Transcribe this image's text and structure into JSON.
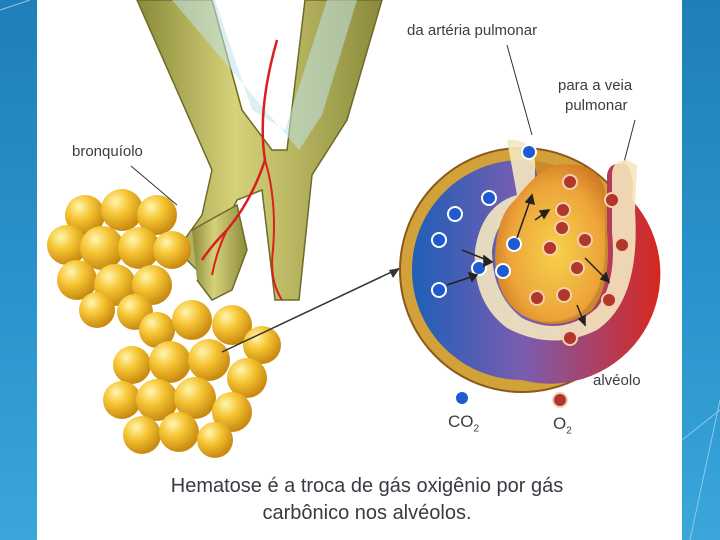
{
  "labels": {
    "bronchiole": "bronquíolo",
    "from_artery": "da artéria pulmonar",
    "to_vein_line1": "para a veia",
    "to_vein_line2": "pulmonar",
    "alveolus": "alvéolo"
  },
  "legend": {
    "co2_main": "CO",
    "co2_sub": "2",
    "o2_main": "O",
    "o2_sub": "2"
  },
  "caption": {
    "line1": "Hematose é a troca de gás oxigênio por gás",
    "line2": "carbônico nos alvéolos."
  },
  "colors": {
    "background_blue": "#2a94cc",
    "co2_blue": "#1e5bd0",
    "o2_red": "#b0372a",
    "alveoli_yellow": "#f5c034",
    "vessel_red": "#d8201c"
  }
}
